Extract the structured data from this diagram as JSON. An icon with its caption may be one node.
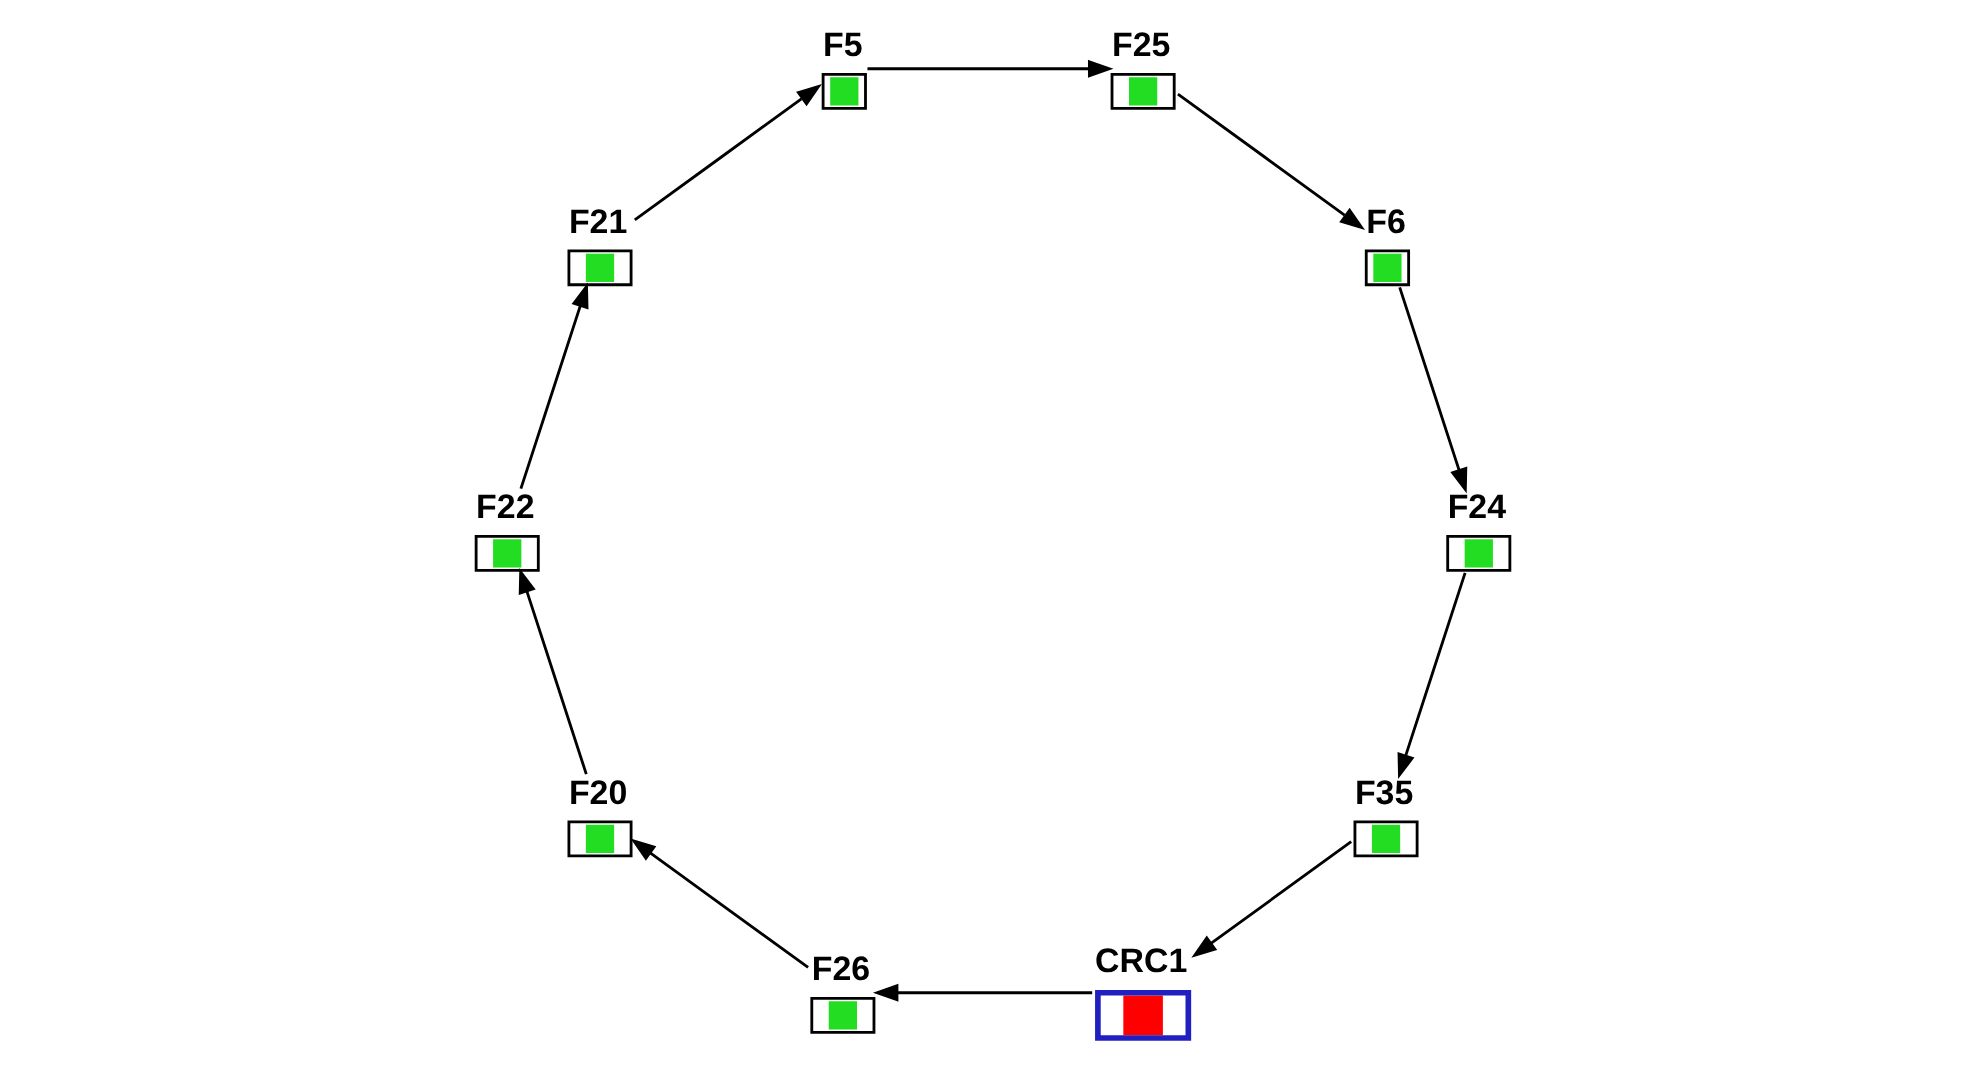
{
  "diagram": {
    "nodes": [
      {
        "text": [
          "F35"
        ]
      },
      {
        "text": [
          "CRC1"
        ]
      },
      {
        "text": [
          "F26"
        ]
      },
      {
        "text": [
          "F25"
        ]
      },
      {
        "text": [
          "F6"
        ]
      },
      {
        "text": [
          "F24"
        ]
      },
      {
        "text": [
          "F5"
        ]
      },
      {
        "text": [
          "F21"
        ]
      },
      {
        "text": [
          "F22"
        ]
      },
      {
        "text": [
          "F20"
        ]
      }
    ],
    "edges": [
      {
        "from": 1,
        "to": 2,
        "arrow": "to"
      },
      {
        "from": 2,
        "to": 9,
        "arrow": "to"
      },
      {
        "from": 9,
        "to": 8,
        "arrow": "to"
      },
      {
        "from": 8,
        "to": 7,
        "arrow": "to"
      },
      {
        "from": 7,
        "to": 6,
        "arrow": "to"
      },
      {
        "from": 6,
        "to": 3,
        "arrow": "to"
      },
      {
        "from": 3,
        "to": 4,
        "arrow": "to"
      },
      {
        "from": 4,
        "to": 5,
        "arrow": "to"
      },
      {
        "from": 5,
        "to": 0,
        "arrow": "to"
      },
      {
        "from": 0,
        "to": 1,
        "arrow": "to"
      }
    ]
  }
}
